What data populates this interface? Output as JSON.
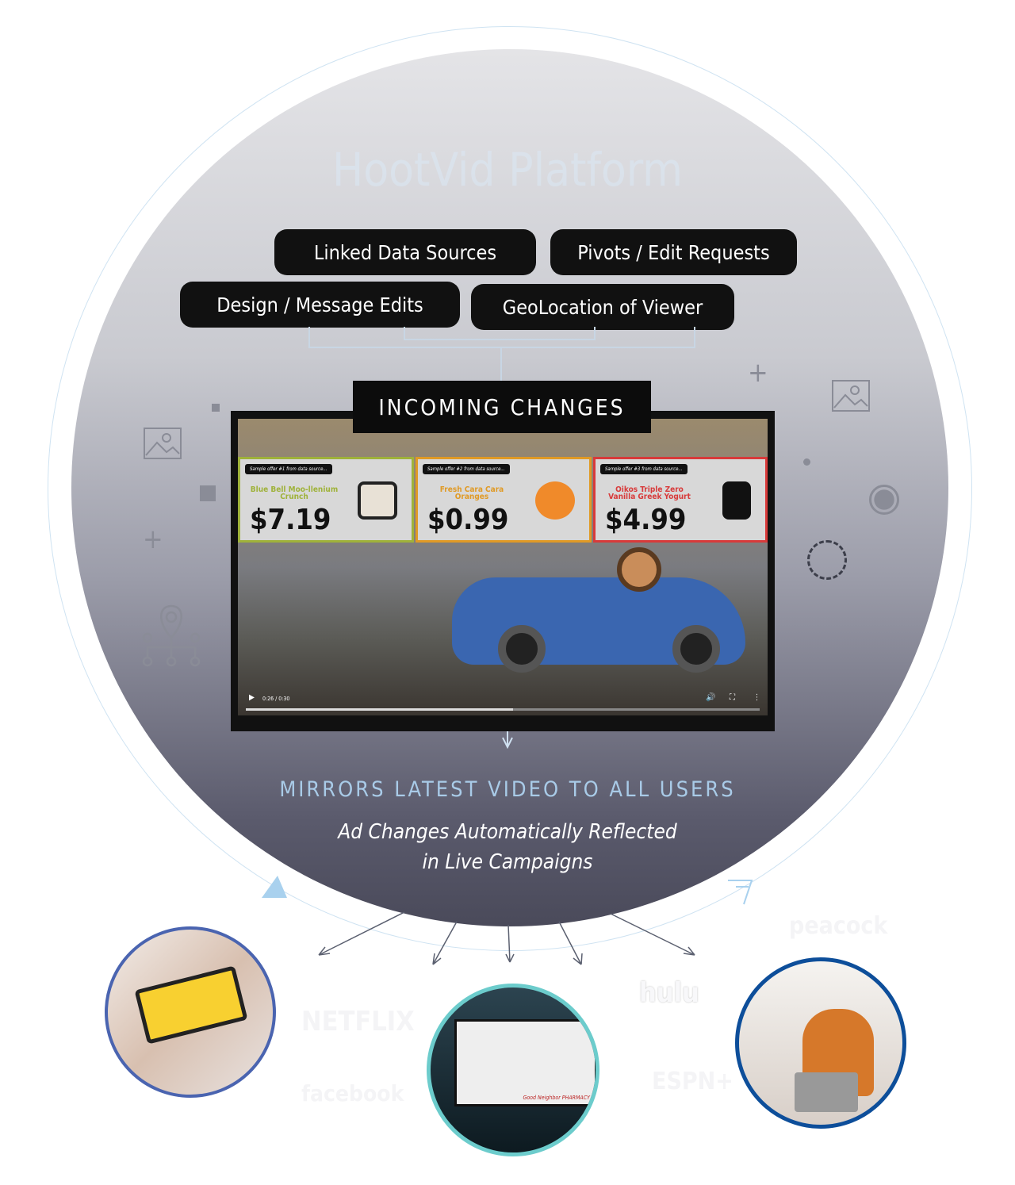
{
  "title": "HootVid Platform",
  "inputs": [
    "Linked Data Sources",
    "Pivots / Edit Requests",
    "Design / Message Edits",
    "GeoLocation of Viewer"
  ],
  "incoming": "INCOMING CHANGES",
  "video": {
    "offers": [
      {
        "tag": "Sample offer #1 from data source...",
        "name": "Blue Bell Moo-llenium Crunch",
        "price": "$7.19",
        "color": "#9fb23a"
      },
      {
        "tag": "Sample offer #2 from data source...",
        "name": "Fresh Cara Cara Oranges",
        "price": "$0.99",
        "color": "#e09a25"
      },
      {
        "tag": "Sample offer #3 from data source...",
        "name": "Oikos Triple Zero Vanilla Greek Yogurt",
        "price": "$4.99",
        "color": "#d83a3a"
      }
    ],
    "time": "0:26 / 0:30"
  },
  "mirror": "MIRRORS LATEST VIDEO TO ALL USERS",
  "subtitle_line1": "Ad Changes Automatically Reflected",
  "subtitle_line2": "in Live Campaigns",
  "logos": [
    "peacock",
    "NETFLIX",
    "hulu",
    "facebook",
    "ESPN+"
  ],
  "tv_ad": {
    "brand": "Good Neighbor PHARMACY"
  }
}
